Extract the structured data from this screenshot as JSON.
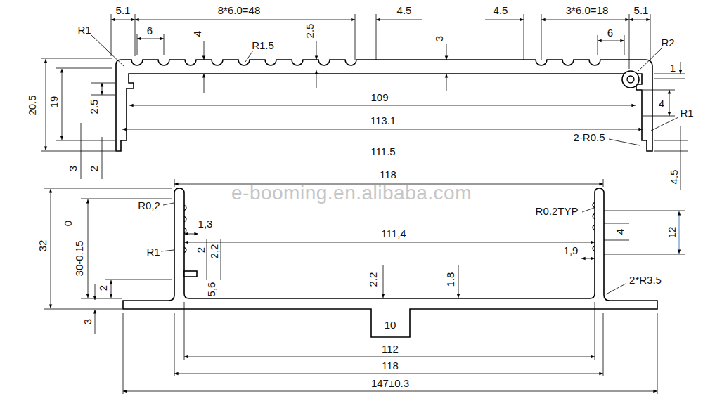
{
  "diagram": {
    "labels": [
      "5.1",
      "8*6.0=48",
      "4.5",
      "4.5",
      "3*6.0=18",
      "5.1",
      "R1",
      "6",
      "4",
      "R1.5",
      "2.5",
      "3",
      "6",
      "R2",
      "1",
      "20.5",
      "19",
      "2.5",
      "109",
      "113.1",
      "4",
      "R1",
      "2-R0.5",
      "111.5",
      "3",
      "2",
      "4.5",
      "118",
      "e-booming.en.alibaba.com",
      "R0,2",
      "R0.2TYP",
      "32",
      "0",
      "30-0.15",
      "1,3",
      "111,4",
      "R1",
      "2",
      "2,2",
      "1,9",
      "4",
      "12",
      "5,6",
      "2",
      "2.2",
      "1.8",
      "2*R3.5",
      "3",
      "10",
      "112",
      "118",
      "147±0.3"
    ]
  }
}
